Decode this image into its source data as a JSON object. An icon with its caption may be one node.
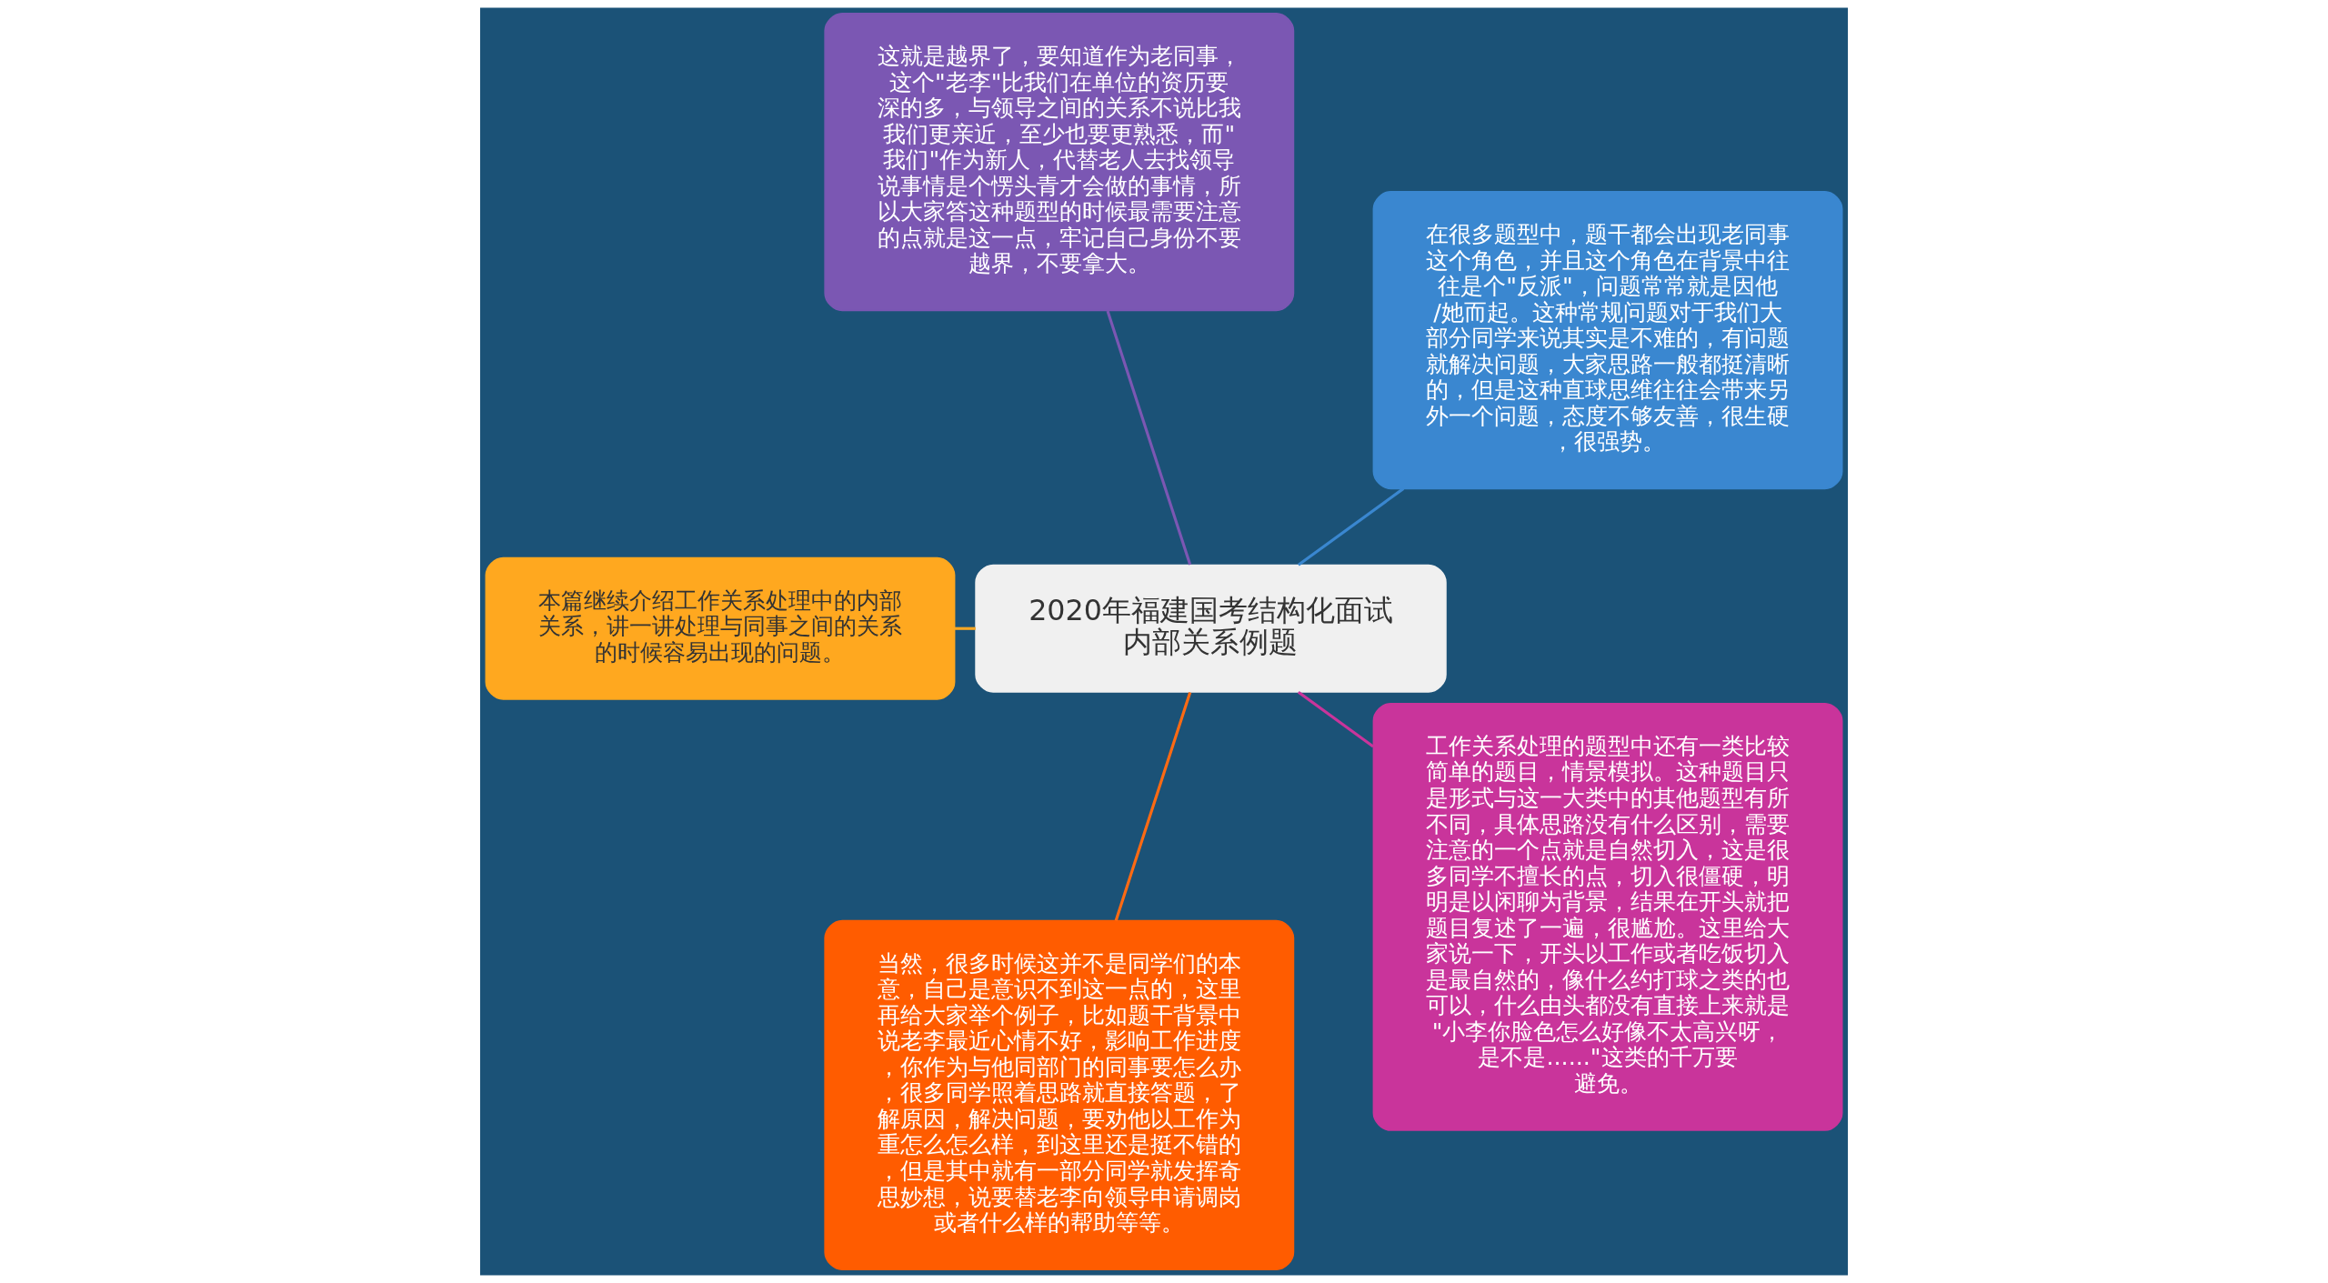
{
  "diagram": {
    "nodes": [
      {
        "text": [
          "2020年福建国考结构化面试内部关系例题"
        ]
      },
      {
        "text": [
          "在很多题型中，题干都会出现老同事这个角色，并且这个角色在背景中往往是个\"反派\"，问题常常就是因他/她而起。这种常规问题对于我们大部分同学来说其实是不难的，有问题就解决问题，大家思路一般都挺清晰的，但是这种直球思维往往会带来另外一个问题，态度不够友善，很生硬，很强势。"
        ]
      },
      {
        "text": [
          "这就是越界了，要知道作为老同事，这个\"老李\"比我们在单位的资历要深的多，与领导之间的关系不说比我我们更亲近，至少也要更熟悉，而\"我们\"作为新人，代替老人去找领导说事情是个愣头青才会做的事情，所以大家答这种题型的时候最需要注意的点就是这一点，牢记自己身份不要越界，不要拿大。"
        ]
      },
      {
        "text": [
          "本篇继续介绍工作关系处理中的内部关系，讲一讲处理与同事之间的关系的时候容易出现的问题。"
        ]
      },
      {
        "text": [
          "当然，很多时候这并不是同学们的本意，自己是意识不到这一点的，这里再给大家举个例子，比如题干背景中说老李最近心情不好，影响工作进度，你作为与他同部门的同事要怎么办，很多同学照着思路就直接答题，了解原因，解决问题，要劝他以工作为重怎么怎么样，到这里还是挺不错的，但是其中就有一部分同学就发挥奇思妙想，说要替老李向领导申请调岗或者什么样的帮助等等。"
        ]
      },
      {
        "text": [
          "工作关系处理的题型中还有一类比较简单的题目，情景模拟。这种题目只是形式与这一大类中的其他题型有所不同，具体思路没有什么区别，需要注意的一个点就是自然切入，这是很多同学不擅长的点，切入很僵硬，明明是以闲聊为背景，结果在开头就把题目复述了一遍，很尴尬。这里给大家说一下，开头以工作或者吃饭切入是最自然的，像什么约打球之类的也可以，什么由头都没有直接上来就是\"小李你脸色怎么好像不太高兴呀，是不是......\"这类的千万要避免。"
        ]
      }
    ],
    "edges": [
      {
        "from": 0,
        "to": 1,
        "arrow": "none",
        "color": "#3a87d0"
      },
      {
        "from": 0,
        "to": 2,
        "arrow": "none",
        "color": "#7b57b3"
      },
      {
        "from": 0,
        "to": 3,
        "arrow": "none",
        "color": "#f5a623"
      },
      {
        "from": 0,
        "to": 4,
        "arrow": "none",
        "color": "#ff6a13"
      },
      {
        "from": 0,
        "to": 5,
        "arrow": "none",
        "color": "#c9349b"
      }
    ]
  }
}
